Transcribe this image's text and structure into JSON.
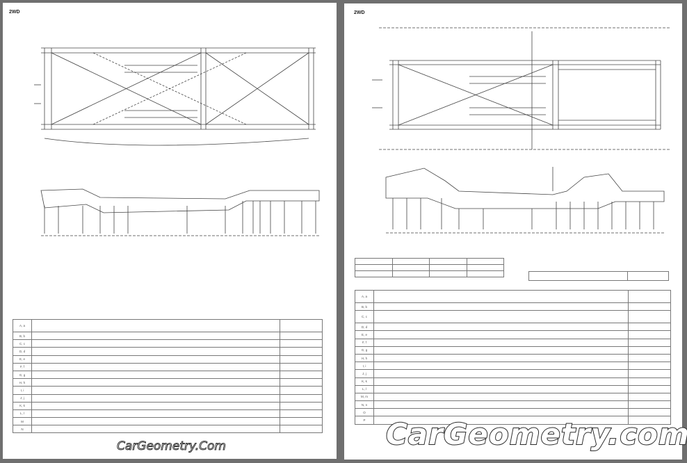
{
  "left_page": {
    "label": "2WD"
  },
  "right_page": {
    "label": "2WD"
  },
  "dimensions_table": {
    "rows": [
      [
        "",
        "",
        "",
        ""
      ],
      [
        "",
        "",
        "",
        ""
      ],
      [
        "",
        "",
        "",
        ""
      ]
    ]
  },
  "wheelbase_box": {
    "label": "",
    "value": ""
  },
  "left_table": {
    "rows": [
      {
        "code": "A, a",
        "desc": "",
        "value": "",
        "tall": true
      },
      {
        "code": "B, b",
        "desc": "",
        "value": ""
      },
      {
        "code": "C, c",
        "desc": "",
        "value": ""
      },
      {
        "code": "D, d",
        "desc": "",
        "value": ""
      },
      {
        "code": "E, e",
        "desc": "",
        "value": ""
      },
      {
        "code": "F, f",
        "desc": "",
        "value": ""
      },
      {
        "code": "G, g",
        "desc": "",
        "value": ""
      },
      {
        "code": "H, h",
        "desc": "",
        "value": ""
      },
      {
        "code": "I, i",
        "desc": "",
        "value": ""
      },
      {
        "code": "J, j",
        "desc": "",
        "value": ""
      },
      {
        "code": "K, k",
        "desc": "",
        "value": ""
      },
      {
        "code": "L, l",
        "desc": "",
        "value": ""
      },
      {
        "code": "M",
        "desc": "",
        "value": ""
      },
      {
        "code": "N",
        "desc": "",
        "value": ""
      }
    ]
  },
  "right_table": {
    "rows": [
      {
        "code": "A, a",
        "desc": "",
        "value": "",
        "tall": true
      },
      {
        "code": "B, b",
        "desc": "",
        "value": ""
      },
      {
        "code": "C, c",
        "desc": "",
        "value": "",
        "tall": true
      },
      {
        "code": "D, d",
        "desc": "",
        "value": ""
      },
      {
        "code": "E, e",
        "desc": "",
        "value": ""
      },
      {
        "code": "F, f",
        "desc": "",
        "value": ""
      },
      {
        "code": "G, g",
        "desc": "",
        "value": ""
      },
      {
        "code": "H, h",
        "desc": "",
        "value": ""
      },
      {
        "code": "I, i",
        "desc": "",
        "value": ""
      },
      {
        "code": "J, j",
        "desc": "",
        "value": ""
      },
      {
        "code": "K, k",
        "desc": "",
        "value": ""
      },
      {
        "code": "L, l",
        "desc": "",
        "value": ""
      },
      {
        "code": "M, m",
        "desc": "",
        "value": ""
      },
      {
        "code": "N, n",
        "desc": "",
        "value": ""
      },
      {
        "code": "O",
        "desc": "",
        "value": ""
      },
      {
        "code": "P",
        "desc": "",
        "value": ""
      }
    ]
  },
  "watermark": {
    "text": "CarGeometry.com",
    "small_text": "CarGeometry.Com"
  },
  "colors": {
    "background": "#6f6f6f",
    "page": "#ffffff",
    "line": "#444444"
  }
}
